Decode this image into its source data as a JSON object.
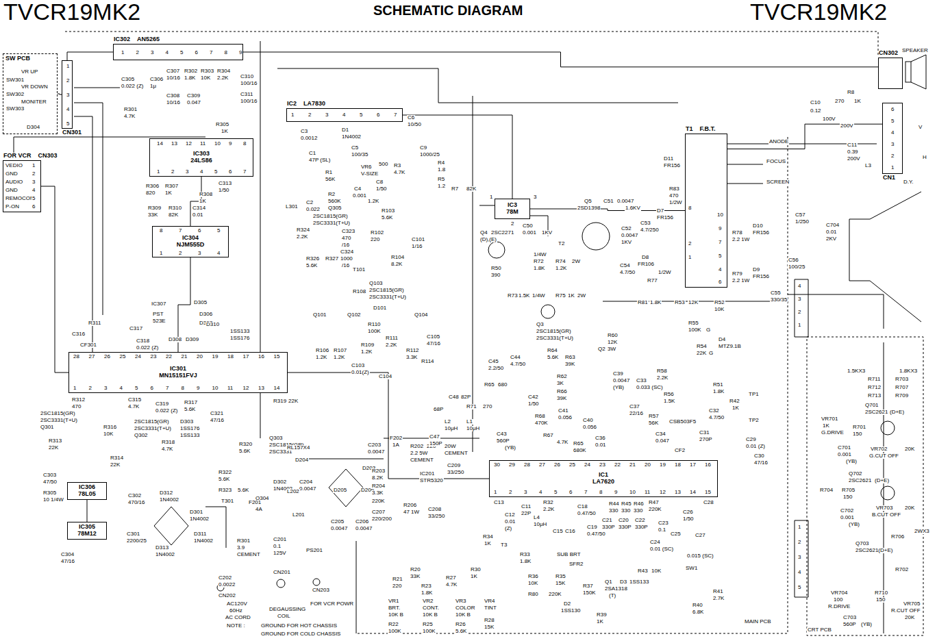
{
  "diagram": {
    "title": "SCHEMATIC DIAGRAM",
    "nodes": [
      {
        "text": [
          "SW PCB"
        ]
      },
      {
        "text": [
          "CN301"
        ]
      },
      {
        "text": [
          "FOR VCR",
          "CN303"
        ]
      },
      {
        "text": [
          "IC302",
          "AN5265"
        ]
      },
      {
        "text": [
          "IC2",
          "LA7830"
        ]
      },
      {
        "text": [
          "IC303",
          "24LS86"
        ]
      },
      {
        "text": [
          "IC304",
          "NJM555D"
        ]
      },
      {
        "text": [
          "IC301",
          "MN15151FVJ"
        ]
      },
      {
        "text": [
          "IC3",
          "78M"
        ]
      },
      {
        "text": [
          "T1",
          "F.B.T."
        ]
      },
      {
        "text": [
          "CN302"
        ]
      },
      {
        "text": [
          "CN1"
        ]
      },
      {
        "text": [
          "IC1",
          "LA7620"
        ]
      },
      {
        "text": [
          "IC306",
          "78L05"
        ]
      },
      {
        "text": [
          "IC305",
          "78M12"
        ]
      }
    ],
    "edges": [
      {
        "from": 0,
        "to": 1,
        "arrow": "none"
      },
      {
        "from": 1,
        "to": 3,
        "arrow": "none"
      },
      {
        "from": 2,
        "to": 7,
        "arrow": "none"
      },
      {
        "from": 5,
        "to": 6,
        "arrow": "none"
      },
      {
        "from": 6,
        "to": 7,
        "arrow": "none"
      },
      {
        "from": 4,
        "to": 8,
        "arrow": "none"
      },
      {
        "from": 8,
        "to": 9,
        "arrow": "none"
      },
      {
        "from": 3,
        "to": 10,
        "arrow": "none"
      },
      {
        "from": 9,
        "to": 11,
        "arrow": "none"
      },
      {
        "from": 13,
        "to": 14,
        "arrow": "none"
      },
      {
        "from": 7,
        "to": 12,
        "arrow": "none"
      }
    ],
    "labels": [
      "TVCR19MK2",
      "TVCR19MK2",
      "VR UP",
      "SW301",
      "VR DOWN",
      "SW302",
      "MONITER",
      "SW303",
      "D304",
      "1",
      "2",
      "3",
      "4",
      "5",
      "VEDIO",
      "GND",
      "AUDIO",
      "GND",
      "REMOCON",
      "P-ON",
      "1",
      "2",
      "3",
      "4",
      "5",
      "6",
      "1",
      "2",
      "3",
      "4",
      "5",
      "6",
      "7",
      "8",
      "9",
      "C305",
      "0.022 (Z)",
      "C306",
      "1μ",
      "C307",
      "10/16",
      "R302",
      "1.8K",
      "R303",
      "10K",
      "R304",
      "2.2K",
      "C308",
      "10/16",
      "C309",
      "0.047",
      "C310",
      "100/16",
      "C311",
      "100/16",
      "R301",
      "4.7K",
      "R305",
      "1K",
      "14",
      "13",
      "12",
      "11",
      "10",
      "9",
      "8",
      "1",
      "2",
      "3",
      "4",
      "5",
      "6",
      "7",
      "R306",
      "820",
      "R307",
      "1K",
      "R308",
      "1K",
      "C313",
      "1/50",
      "R309",
      "33K",
      "R310",
      "82K",
      "C314",
      "0.01",
      "8",
      "7",
      "6",
      "5",
      "1",
      "2",
      "3",
      "4",
      "IC307",
      "PST",
      "523E",
      "D305",
      "D306",
      "D307",
      "C316",
      "R311",
      "CF301",
      "C317",
      "C318",
      "0.022 (Z)",
      "D308",
      "D309",
      "D310",
      "1SS133",
      "1SS176",
      "28",
      "27",
      "26",
      "25",
      "24",
      "23",
      "22",
      "21",
      "20",
      "19",
      "18",
      "17",
      "16",
      "15",
      "1",
      "2",
      "3",
      "4",
      "5",
      "6",
      "7",
      "8",
      "9",
      "10",
      "11",
      "12",
      "13",
      "14",
      "R312",
      "470",
      "C315",
      "4.7K",
      "C319",
      "0.022 (Z)",
      "R317",
      "5.6K",
      "D303",
      "1SS176",
      "1SS133",
      "C321",
      "47/16",
      "Q301",
      "2SC1815(GR)",
      "2SC3331(T+U)",
      "R313",
      "22K",
      "R314",
      "22K",
      "R316",
      "10K",
      "Q302",
      "2SC1815(GR)",
      "2SC3331(T+U)",
      "R318",
      "4.7K",
      "R319",
      "22K",
      "R320",
      "5.6K",
      "Q303",
      "2SC1815(GR)",
      "2SC3331",
      "R322",
      "5.6K",
      "R323",
      "5.6K",
      "Q304",
      "D302",
      "1N4002",
      "RL157X4",
      "D204",
      "C204",
      "0.0047",
      "D203",
      "D205",
      "D206",
      "C205",
      "0.0047",
      "C206",
      "0.0047",
      "C203",
      "0.0047",
      "F202",
      "1A",
      "R202",
      "2.2 5W",
      "220",
      "20W",
      "CEMENT",
      "CEMENT",
      "R203",
      "8.2K",
      "R204",
      "3.3K",
      "220K",
      "IC201",
      "STR5320",
      "C209",
      "33/250",
      "R206",
      "47 1W",
      "C208",
      "33/250",
      "C207",
      "220/200",
      "C303",
      "47/50",
      "R305",
      "10 1/4W",
      "C302",
      "470/16",
      "D312",
      "1N4002",
      "D301",
      "1N4002",
      "C301",
      "2200/25",
      "D313",
      "1N4002",
      "D311",
      "1N4002",
      "C304",
      "47/16",
      "T301",
      "F201",
      "4A",
      "L202",
      "L201",
      "C201",
      "0.1",
      "125V",
      "PS201",
      "R301",
      "3.9",
      "CEMENT",
      "C202",
      "0.0022",
      "CN202",
      "CN201",
      "CN203",
      "AC120V",
      "60Hz",
      "AC CORD",
      "DEGAUSSING",
      "COIL",
      "FOR VCR POWR",
      "NOTE :",
      "GROUND FOR HOT CHASSIS",
      "GROUND FOR COLD CHASSIS",
      "1",
      "2",
      "3",
      "4",
      "5",
      "6",
      "7",
      "C6",
      "10/50",
      "C3",
      "0.0012",
      "D1",
      "1N4002",
      "C1",
      "47P (SL)",
      "C5",
      "100/35",
      "C9",
      "1000/25",
      "VR6",
      "V-SIZE",
      "500",
      "R3",
      "4.7K",
      "C8",
      "1/50",
      "R4",
      "1.8",
      "R1",
      "56K",
      "R2",
      "560K",
      "C4",
      "0.001",
      "1.2K",
      "R5",
      "1.2",
      "R7",
      "82K",
      "C2",
      "0.022",
      "L301",
      "Q305",
      "R324",
      "2.2K",
      "2SC1815(GR)",
      "2SC3331(T+U)",
      "C323",
      "470",
      "/16",
      "R326",
      "5.6K",
      "R327",
      "C324",
      "1000",
      "/16",
      "T101",
      "R103",
      "5.6K",
      "R102",
      "220",
      "R104",
      "8.2K",
      "C101",
      "1/16",
      "Q103",
      "2SC1815(GR)",
      "2SC3331(T+U)",
      "Q101",
      "Q102",
      "D101",
      "R108",
      "Q104",
      "R106",
      "1.2K",
      "R107",
      "1.2K",
      "R109",
      "1.2K",
      "R110",
      "100K",
      "C103",
      "0.01(Z)",
      "R111",
      "2.2K",
      "R112",
      "3.3K",
      "C105",
      "47/16",
      "R114",
      "C104",
      "1",
      "2",
      "3",
      "C50",
      "0.001",
      "1KV",
      "Q4",
      "2SC2271",
      "(D),(E)",
      "R50",
      "390",
      "R72",
      "1.8K",
      "1/4W",
      "R73",
      "1.5K",
      "1/4W",
      "R74",
      "1.2K",
      "2W",
      "R75",
      "1K",
      "2W",
      "T2",
      "Q5",
      "2SD1398",
      "C51",
      "0.0047",
      "1.6KV",
      "C52",
      "0.0047",
      "1KV",
      "C53",
      "4.7/250",
      "C54",
      "4.7/50",
      "D8",
      "FR106",
      "D7",
      "FR156",
      "D11",
      "FR156",
      "R83",
      "470",
      "1/2W",
      "R77",
      "1/2W",
      "8",
      "10",
      "9",
      "7",
      "2",
      "1",
      "5",
      "4",
      "6",
      "R78",
      "2.2 1W",
      "D10",
      "FR156",
      "R79",
      "2.2 1W",
      "D9",
      "FR156",
      "ANODE",
      "FOCUS",
      "SCREEN",
      "C57",
      "1/250",
      "C704",
      "0.01",
      "2KV",
      "C56",
      "100/25",
      "C55",
      "330/35",
      "R81",
      "1.8K",
      "R53",
      "12K",
      "R52",
      "10K",
      "R55",
      "100K",
      "G",
      "R54",
      "22K",
      "G",
      "D4",
      "MTZ9.1B",
      "R51",
      "1.8K",
      "C32",
      "4.7/50",
      "R42",
      "1K",
      "TP1",
      "TP2",
      "C29",
      "0.01 (Z)",
      "C30",
      "47/16",
      "C10",
      "0.12",
      "100V",
      "R8",
      "270",
      "1K",
      "200V",
      "C11",
      "0.39",
      "200V",
      "L3",
      "V",
      "H",
      "D.Y.",
      "SPEAKER",
      "6",
      "5",
      "4",
      "3",
      "2",
      "1",
      "4",
      "3",
      "2",
      "1",
      "1.5KX3",
      "1.8KX3",
      "R711",
      "R712",
      "R713",
      "R703",
      "R707",
      "R709",
      "Q701",
      "2SC2621",
      "(D+E)",
      "VR701",
      "1K",
      "G.DRIVE",
      "R701",
      "150",
      "C701",
      "0.001",
      "(YB)",
      "VR702",
      "G.CUT OFF",
      "20K",
      "Q702",
      "2SC2621",
      "(D+E)",
      "R704",
      "R705",
      "150",
      "C702",
      "0.001",
      "(YB)",
      "VR703",
      "B.CUT OFF",
      "20K",
      "Q703",
      "2SC2621(D+E)",
      "R706",
      "R702",
      "2WX3",
      "VR704",
      "100",
      "R.DRIVE",
      "R710",
      "150",
      "C703",
      "560P",
      "(YB)",
      "VR705",
      "R.CUT OFF",
      "20K",
      "MAIN PCB",
      "CRT PCB",
      "1",
      "2",
      "3",
      "4",
      "5",
      "30",
      "29",
      "28",
      "27",
      "26",
      "25",
      "24",
      "23",
      "22",
      "21",
      "20",
      "19",
      "18",
      "17",
      "16",
      "1",
      "2",
      "3",
      "4",
      "5",
      "6",
      "7",
      "8",
      "9",
      "10",
      "11",
      "12",
      "13",
      "14",
      "15",
      "Q3",
      "2SC1815(GR)",
      "2SC3331(T+U)",
      "C45",
      "2.2/50",
      "C44",
      "4.7/50",
      "R64",
      "5.6K",
      "R63",
      "39K",
      "R62",
      "3K",
      "Q2",
      "R60",
      "12K",
      "3W",
      "C33",
      "0.033 (SC)",
      "R58",
      "2.2K",
      "C48",
      "82P",
      "68P",
      "R71",
      "270",
      "L2",
      "10μH",
      "L1",
      "10μH",
      "C47",
      "150P",
      "R65",
      "680",
      "C42",
      "1/50",
      "R66",
      "39K",
      "R68",
      "470K",
      "R67",
      "4.7K",
      "C43",
      "560P",
      "(YB)",
      "C41",
      "0.056",
      "R65",
      "680K",
      "C40",
      "0.056",
      "C39",
      "0.0047",
      "(YB)",
      "C37",
      "22/16",
      "C36",
      "0.01",
      "R57",
      "56K",
      "R56",
      "1.5K",
      "C34",
      "0.047",
      "CSB503F5",
      "C31",
      "270P",
      "CF2",
      "C13",
      "C12",
      "0.01",
      "(Z)",
      "R34",
      "1K",
      "T3",
      "C11",
      "22P",
      "L4",
      "10μH",
      "R32",
      "2.2K",
      "R33",
      "1.8K",
      "C15",
      "C16",
      "C18",
      "0.47/50",
      "C19",
      "0.47/50",
      "SUB BRT",
      "SFR2",
      "R36",
      "10K",
      "R35",
      "15K",
      "R80",
      "220K",
      "R37",
      "150K",
      "D2",
      "1SS130",
      "Q1",
      "2SA1318",
      "(T)",
      "R39",
      "1K",
      "R44",
      "330",
      "R45",
      "330",
      "R46",
      "330",
      "C21",
      "330P",
      "C20",
      "330P",
      "C22",
      "330P",
      "R47",
      "220K",
      "C23",
      "0.1",
      "C24",
      "0.01 (SC)",
      "C25",
      "C26",
      "1/50",
      "C27",
      "C28",
      "0.015 (SC)",
      "R43",
      "10K",
      "D3",
      "1SS133",
      "R40",
      "6.8K",
      "R41",
      "2.7K",
      "SW1",
      "R21",
      "220",
      "R20",
      "33K",
      "VR1",
      "BRT.",
      "10K B",
      "R22",
      "100K",
      "R23",
      "1.8K",
      "VR2",
      "CONT.",
      "10K B",
      "R25",
      "100K",
      "R27",
      "4.7K",
      "VR3",
      "COLOR",
      "10K B",
      "R26",
      "5.6K",
      "R30",
      "1K",
      "VR4",
      "TINT",
      "R28",
      "15K"
    ]
  }
}
